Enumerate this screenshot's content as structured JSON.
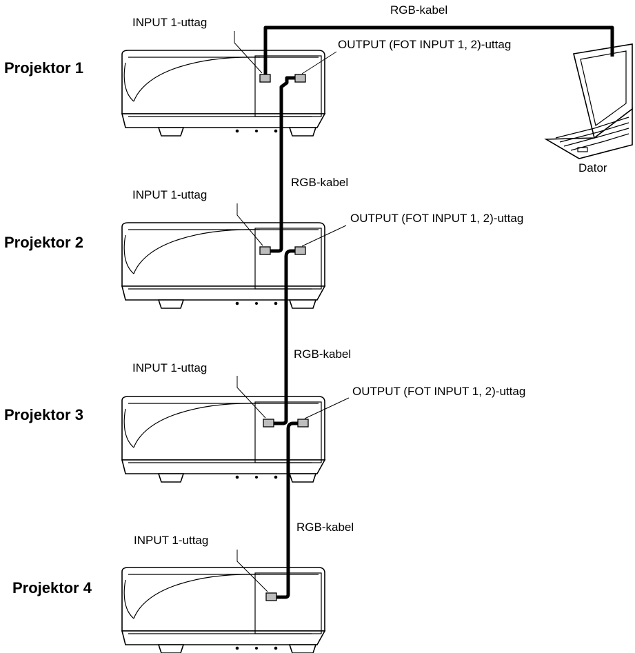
{
  "computer": {
    "label": "Dator"
  },
  "cables": [
    {
      "label": "RGB-kabel"
    },
    {
      "label": "RGB-kabel"
    },
    {
      "label": "RGB-kabel"
    },
    {
      "label": "RGB-kabel"
    }
  ],
  "projectors": [
    {
      "name": "Projektor 1",
      "input_label": "INPUT 1-uttag",
      "output_label": "OUTPUT (FOT INPUT 1, 2)-uttag"
    },
    {
      "name": "Projektor 2",
      "input_label": "INPUT 1-uttag",
      "output_label": "OUTPUT (FOT INPUT 1, 2)-uttag"
    },
    {
      "name": "Projektor 3",
      "input_label": "INPUT 1-uttag",
      "output_label": "OUTPUT (FOT INPUT 1, 2)-uttag"
    },
    {
      "name": "Projektor 4",
      "input_label": "INPUT 1-uttag"
    }
  ]
}
